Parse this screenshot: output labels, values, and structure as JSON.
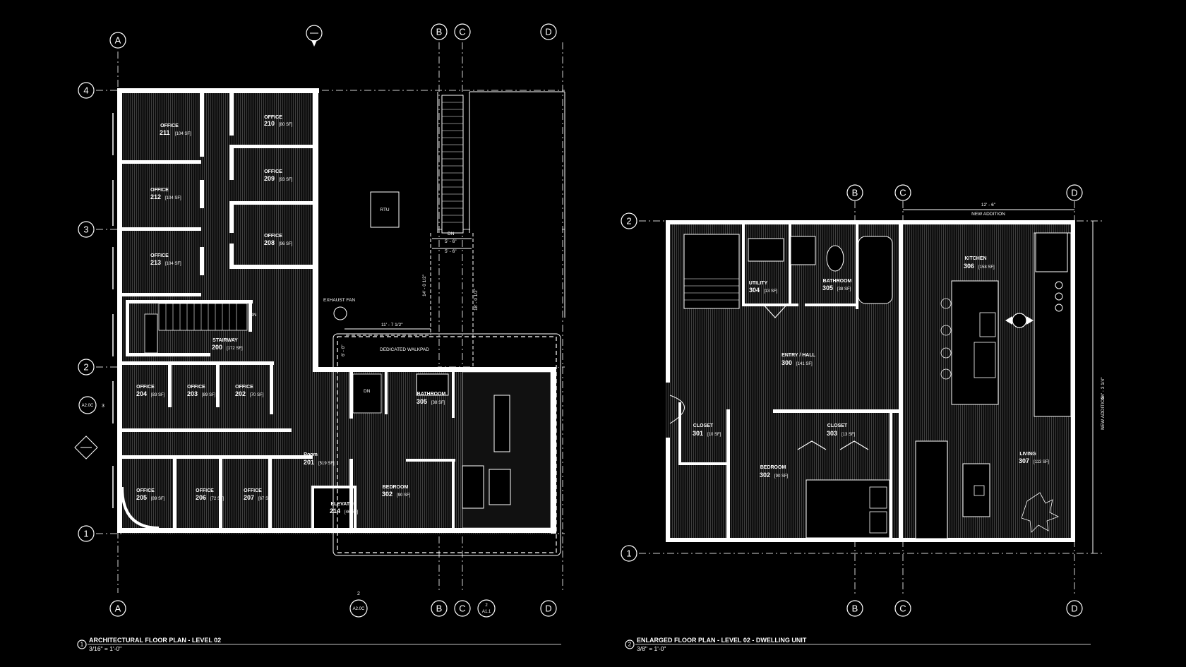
{
  "drawings": [
    {
      "number": "1",
      "title": "ARCHITECTURAL FLOOR PLAN - LEVEL 02",
      "scale": "3/16\" = 1'-0\"",
      "grid_columns": [
        "A",
        "B",
        "C",
        "D"
      ],
      "grid_rows": [
        "4",
        "3",
        "2",
        "1"
      ],
      "section_marks": [
        {
          "ref": "A2.0C",
          "num": "3"
        },
        {
          "ref": "A2.0C",
          "num": "2"
        },
        {
          "ref": "A1.1",
          "num": "2"
        }
      ],
      "rooms": [
        {
          "name": "OFFICE",
          "number": "211",
          "area": "[104 SF]"
        },
        {
          "name": "OFFICE",
          "number": "210",
          "area": "[80 SF]"
        },
        {
          "name": "OFFICE",
          "number": "209",
          "area": "[93 SF]"
        },
        {
          "name": "OFFICE",
          "number": "212",
          "area": "[104 SF]"
        },
        {
          "name": "OFFICE",
          "number": "208",
          "area": "[96 SF]"
        },
        {
          "name": "OFFICE",
          "number": "213",
          "area": "[104 SF]"
        },
        {
          "name": "STAIRWAY",
          "number": "200",
          "area": "[172 SF]"
        },
        {
          "name": "OFFICE",
          "number": "204",
          "area": "[83 SF]"
        },
        {
          "name": "OFFICE",
          "number": "203",
          "area": "[89 SF]"
        },
        {
          "name": "OFFICE",
          "number": "202",
          "area": "[70 SF]"
        },
        {
          "name": "Room",
          "number": "201",
          "area": "[519 SF]"
        },
        {
          "name": "OFFICE",
          "number": "205",
          "area": "[89 SF]"
        },
        {
          "name": "OFFICE",
          "number": "206",
          "area": "[72 SF]"
        },
        {
          "name": "OFFICE",
          "number": "207",
          "area": "[67 SF]"
        },
        {
          "name": "ELEVATOR",
          "number": "214",
          "area": "[46 SF]"
        },
        {
          "name": "BATHROOM",
          "number": "305",
          "area": "[38 SF]"
        },
        {
          "name": "BEDROOM",
          "number": "302",
          "area": "[90 SF]"
        }
      ],
      "notes": [
        "RTU",
        "EXHAUST FAN",
        "DEDICATED WALKPAD",
        "DN",
        "DN",
        "DN"
      ],
      "dimensions": [
        "5' - 6\"",
        "5' - 6\"",
        "14' - 0 1/2\"",
        "18' - 0 1/2\"",
        "11' - 7 1/2\"",
        "6' - 0\""
      ]
    },
    {
      "number": "2",
      "title": "ENLARGED FLOOR PLAN - LEVEL 02 - DWELLING UNIT",
      "scale": "3/8\" = 1'-0\"",
      "grid_columns": [
        "B",
        "C",
        "D"
      ],
      "grid_rows": [
        "2",
        "1"
      ],
      "rooms": [
        {
          "name": "UTILITY",
          "number": "304",
          "area": "[13 SF]"
        },
        {
          "name": "BATHROOM",
          "number": "305",
          "area": "[38 SF]"
        },
        {
          "name": "KITCHEN",
          "number": "306",
          "area": "[158 SF]"
        },
        {
          "name": "ENTRY / HALL",
          "number": "300",
          "area": "[141 SF]"
        },
        {
          "name": "CLOSET",
          "number": "301",
          "area": "[10 SF]"
        },
        {
          "name": "CLOSET",
          "number": "303",
          "area": "[13 SF]"
        },
        {
          "name": "BEDROOM",
          "number": "302",
          "area": "[90 SF]"
        },
        {
          "name": "LIVING",
          "number": "307",
          "area": "[113 SF]"
        }
      ],
      "dimensions": [
        "12' - 6\"",
        "NEW ADDITION",
        "24' - 3 1/4\"",
        "NEW ADDITION"
      ]
    }
  ]
}
